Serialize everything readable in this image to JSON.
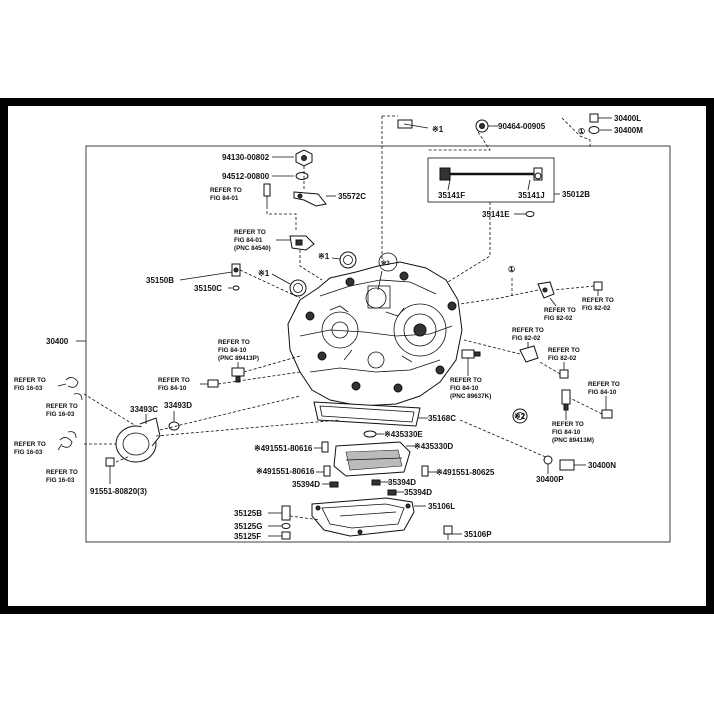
{
  "labels": {
    "top_30400L": "30400L",
    "top_30400M": "30400M",
    "top_90464": "90464-00905",
    "top_star1": "※1",
    "circle1": "①",
    "p94130": "94130-00802",
    "p94512": "94512-00800",
    "p35572C": "35572C",
    "p35012B": "35012B",
    "p35141F": "35141F",
    "p35141J": "35141J",
    "p35141E": "35141E",
    "star1a": "※1",
    "star1b": "※1",
    "star3": "※3",
    "circle1b": "①",
    "p35150B": "35150B",
    "p35150C": "35150C",
    "p30400": "30400",
    "p33493C": "33493C",
    "p33493D": "33493D",
    "p35168C": "35168C",
    "star2": "※2",
    "p435330E": "※435330E",
    "p435330D": "※435330D",
    "p491551_80616a": "※491551-80616",
    "p491551_80616b": "※491551-80616",
    "p491551_80625": "※491551-80625",
    "p35394D_a": "35394D",
    "p35394D_b": "35394D",
    "p35394D_c": "35394D",
    "p35106L": "35106L",
    "p35106P": "35106P",
    "p35125B": "35125B",
    "p35125G": "35125G",
    "p35125F": "35125F",
    "p91551": "91551-80820(3)",
    "p30400N": "30400N",
    "p30400P": "30400P"
  },
  "refs": {
    "r1_a": "REFER TO",
    "r1_b": "FIG 84-01",
    "r2_a": "REFER TO",
    "r2_b": "FIG 84-01",
    "r2_c": "(PNC 84540)",
    "r3_a": "REFER TO",
    "r3_b": "FIG 84-10",
    "r3_c": "(PNC 89413P)",
    "r4_a": "REFER TO",
    "r4_b": "FIG 84-10",
    "r5_a": "REFER TO",
    "r5_b": "FIG 16-03",
    "r6_a": "REFER TO",
    "r6_b": "FIG 16-03",
    "r7_a": "REFER TO",
    "r7_b": "FIG 16-03",
    "r8_a": "REFER TO",
    "r8_b": "FIG 16-03",
    "r9_a": "REFER TO",
    "r9_b": "FIG 82-02",
    "r10_a": "REFER TO",
    "r10_b": "FIG 82-02",
    "r11_a": "REFER TO",
    "r11_b": "FIG 82-02",
    "r12_a": "REFER TO",
    "r12_b": "FIG 82-02",
    "r13_a": "REFER TO",
    "r13_b": "FIG 84-10",
    "r13_c": "(PNC 89637K)",
    "r14_a": "REFER TO",
    "r14_b": "FIG 84-10",
    "r15_a": "REFER TO",
    "r15_b": "FIG 84-10",
    "r15_c": "(PNC 89413M)"
  }
}
